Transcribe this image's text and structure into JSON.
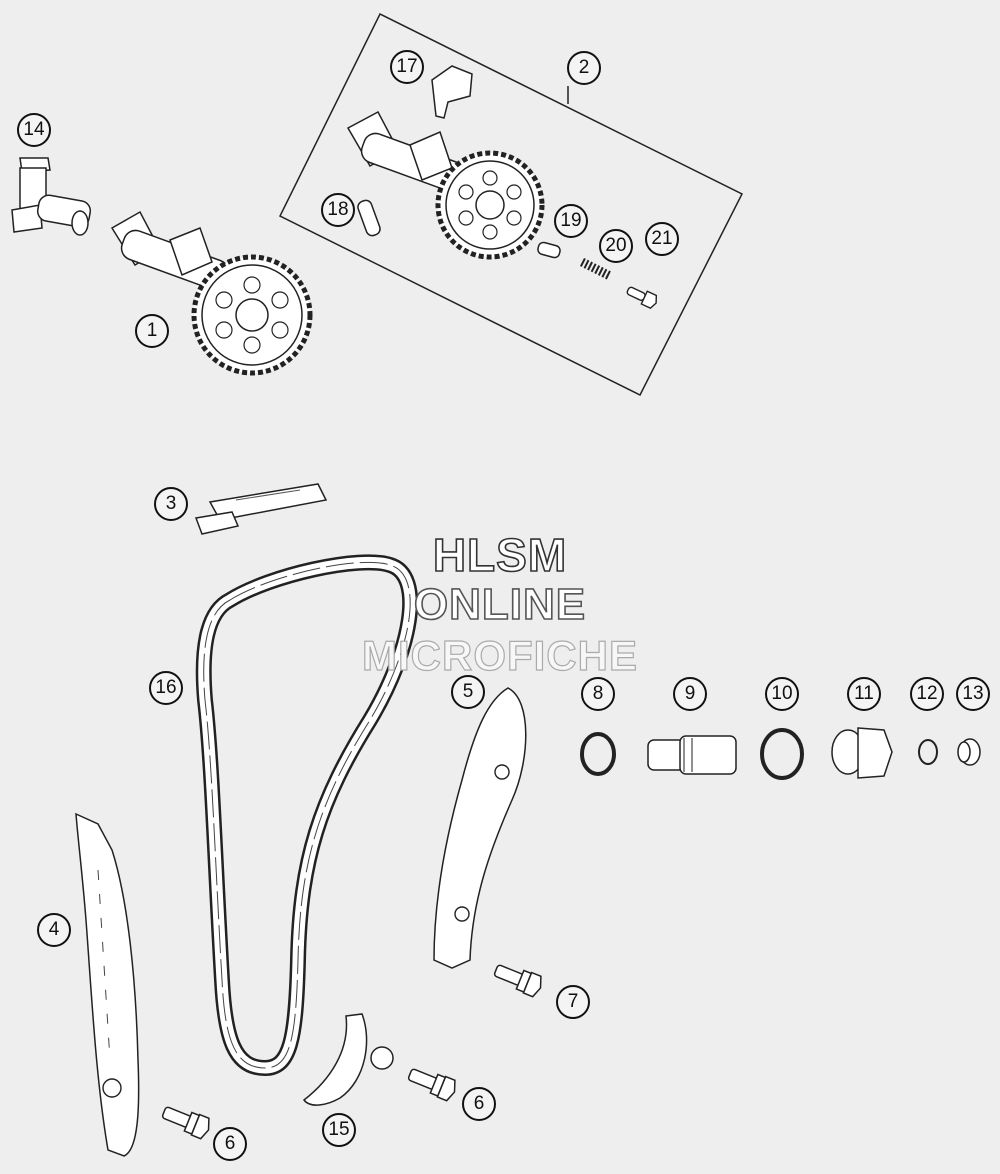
{
  "watermark": {
    "line1": "HLSM",
    "line2": "ONLINE",
    "line3": "MICROFICHE"
  },
  "callouts": {
    "c1": "1",
    "c2": "2",
    "c3": "3",
    "c4": "4",
    "c5": "5",
    "c6a": "6",
    "c6b": "6",
    "c7": "7",
    "c8": "8",
    "c9": "9",
    "c10": "10",
    "c11": "11",
    "c12": "12",
    "c13": "13",
    "c14": "14",
    "c15": "15",
    "c16": "16",
    "c17": "17",
    "c18": "18",
    "c19": "19",
    "c20": "20",
    "c21": "21"
  },
  "colors": {
    "background": "#eeeeee",
    "part_fill": "#ffffff",
    "line": "#222222"
  }
}
